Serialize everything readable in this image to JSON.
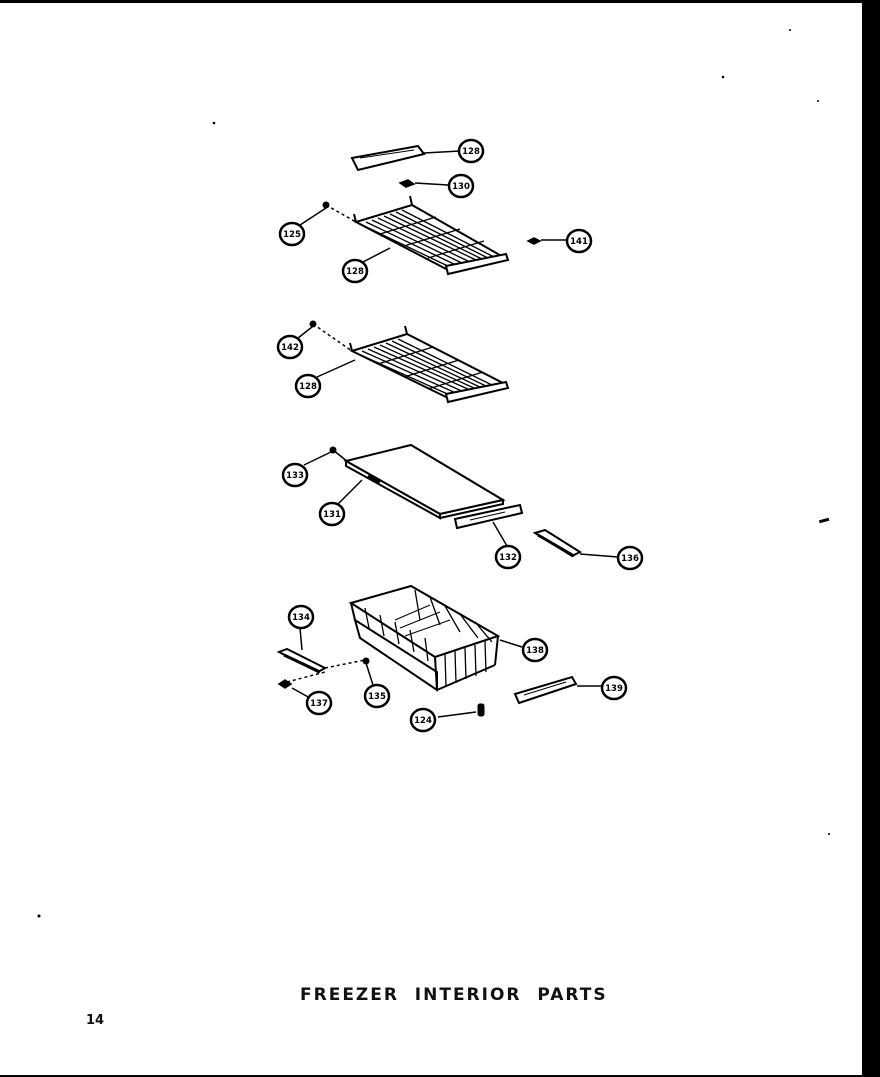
{
  "title": "FREEZER  INTERIOR  PARTS",
  "page_number": "14",
  "callouts": {
    "c1": "128",
    "c2": "130",
    "c3": "125",
    "c4": "141",
    "c5": "128",
    "c6": "142",
    "c7": "128",
    "c8": "133",
    "c9": "131",
    "c10": "132",
    "c11": "136",
    "c12": "134",
    "c13": "138",
    "c14": "137",
    "c15": "135",
    "c16": "124",
    "c17": "139"
  }
}
